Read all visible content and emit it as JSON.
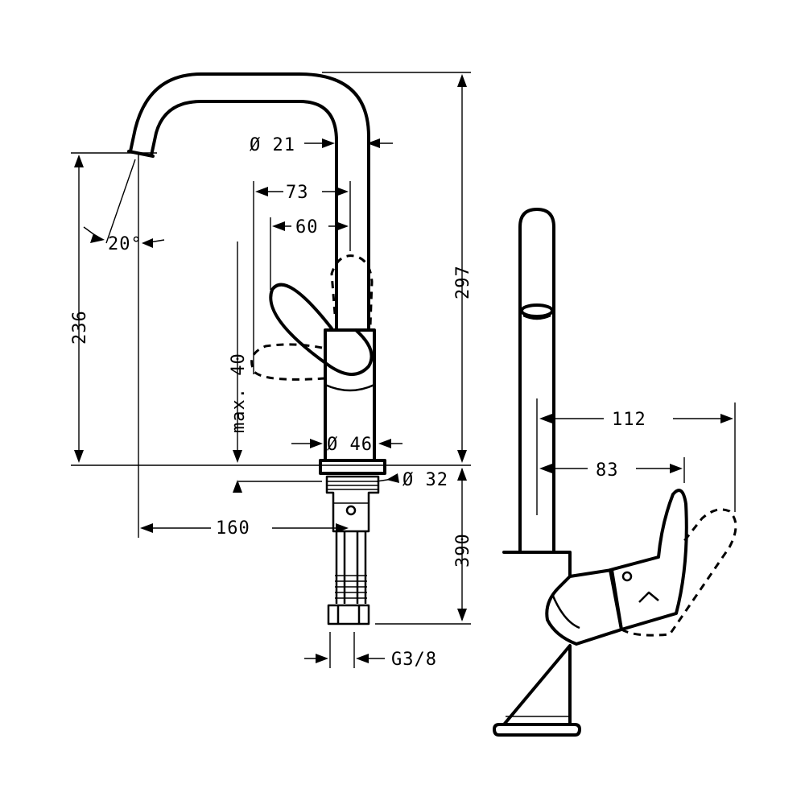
{
  "side_view": {
    "dim_outlet_diameter": "Ø 21",
    "dim_handle_reach_73": "73",
    "dim_handle_reach_60": "60",
    "dim_spray_angle": "20°",
    "dim_spout_height": "236",
    "dim_total_height": "297",
    "dim_max_deck": "max. 40",
    "dim_base_diameter": "Ø 46",
    "dim_hole_diameter": "Ø 32",
    "dim_spout_reach": "160",
    "dim_below_deck": "390",
    "dim_thread": "G3/8"
  },
  "front_view": {
    "dim_handle_swing_112": "112",
    "dim_handle_swing_83": "83"
  }
}
